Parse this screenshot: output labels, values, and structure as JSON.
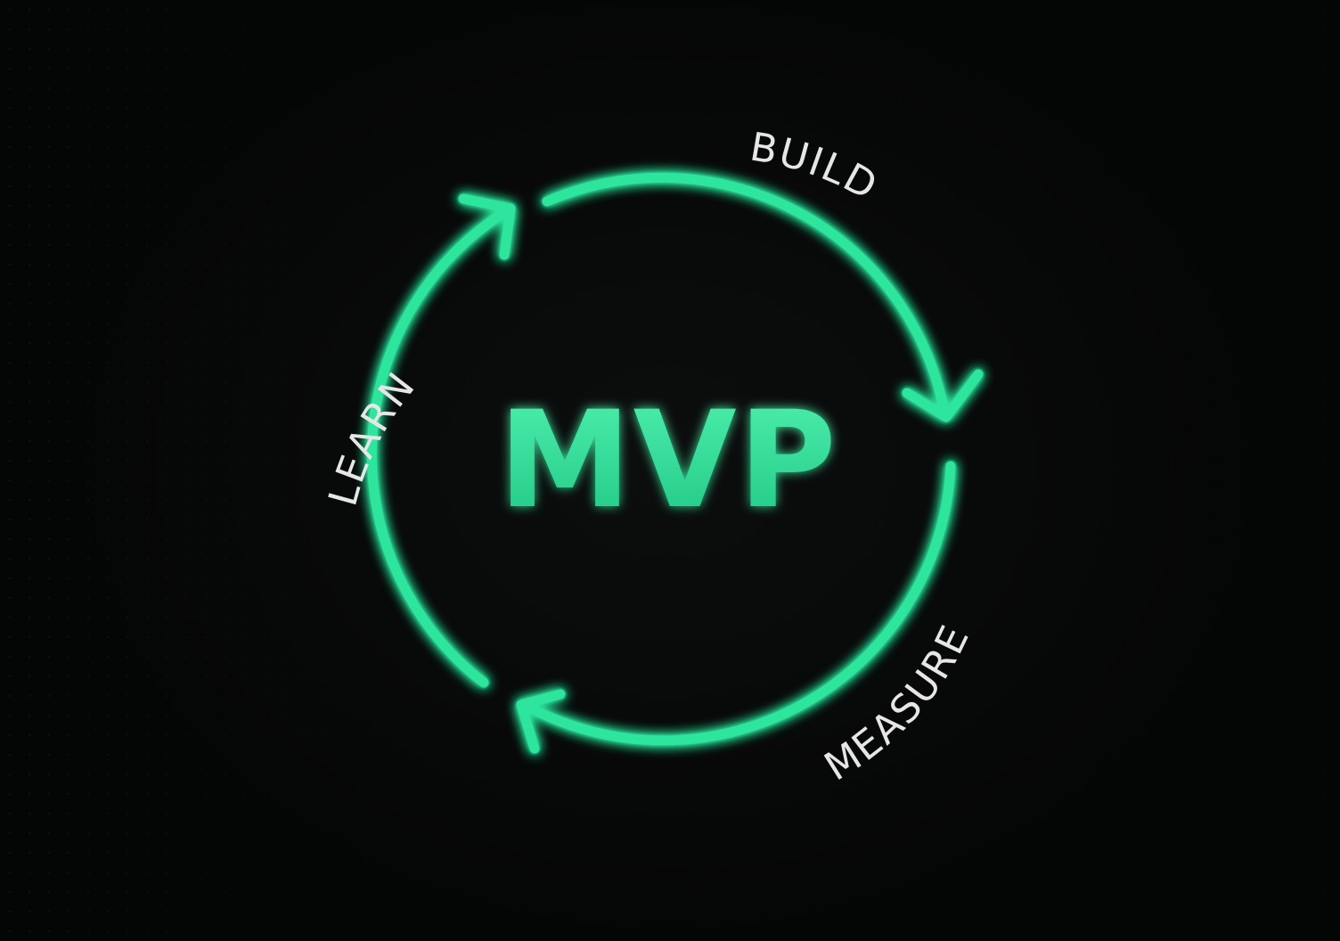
{
  "diagram": {
    "center_label": "MVP",
    "stages": [
      {
        "name": "BUILD"
      },
      {
        "name": "MEASURE"
      },
      {
        "name": "LEARN"
      }
    ],
    "colors": {
      "loop": "#2ee59d",
      "loop_glow": "#19c97f",
      "center_text": "#2fe09a",
      "label_text": "#e6e6e6",
      "background": "#070808"
    }
  }
}
